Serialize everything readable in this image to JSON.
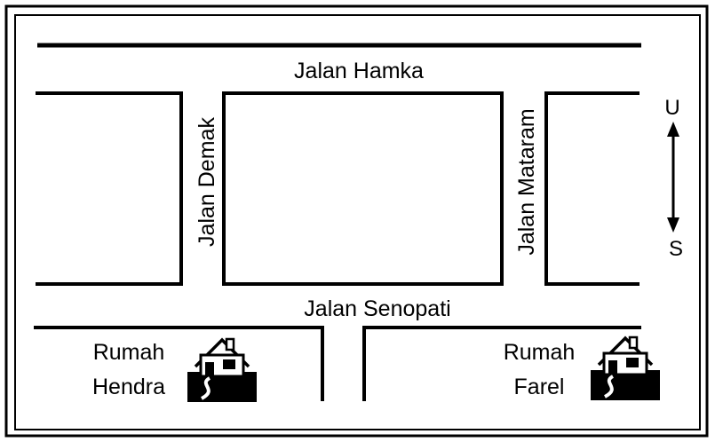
{
  "map": {
    "streets": {
      "hamka": "Jalan Hamka",
      "demak": "Jalan Demak",
      "mataram": "Jalan Mataram",
      "senopati": "Jalan Senopati"
    },
    "compass": {
      "north": "U",
      "south": "S"
    },
    "houses": {
      "hendra": {
        "line1": "Rumah",
        "line2": "Hendra"
      },
      "farel": {
        "line1": "Rumah",
        "line2": "Farel"
      }
    },
    "icons": {
      "house": "house-icon",
      "compass": "north-south-arrow-icon"
    },
    "colors": {
      "ink": "#000000",
      "paper": "#ffffff"
    }
  }
}
